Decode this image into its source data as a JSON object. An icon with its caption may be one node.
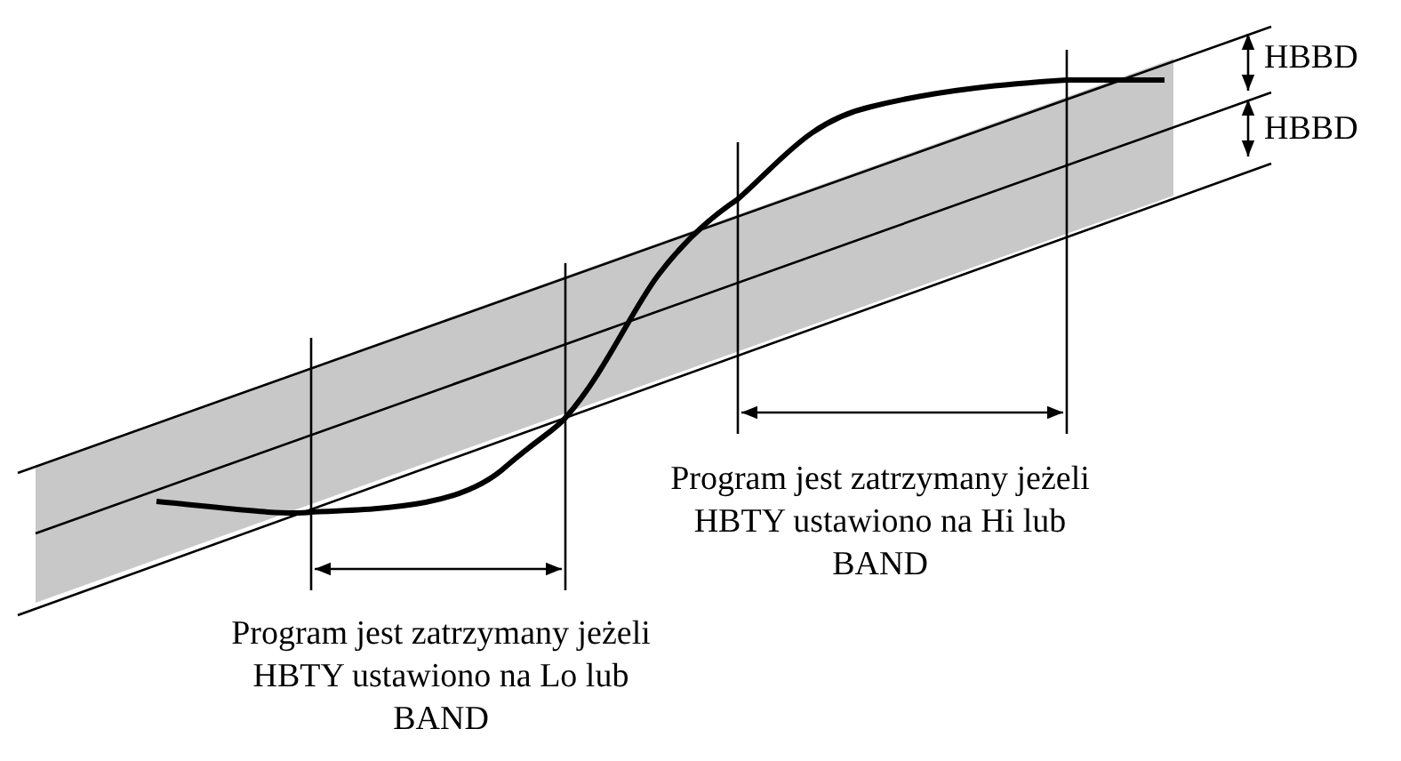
{
  "diagram": {
    "labels": [
      "HBBD",
      "HBBD",
      "Program jest zatrzymany jeżeli HBTY ustawiono na Hi lub BAND",
      "Program jest zatrzymany jeżeli HBTY ustawiono na Lo lub BAND"
    ]
  }
}
